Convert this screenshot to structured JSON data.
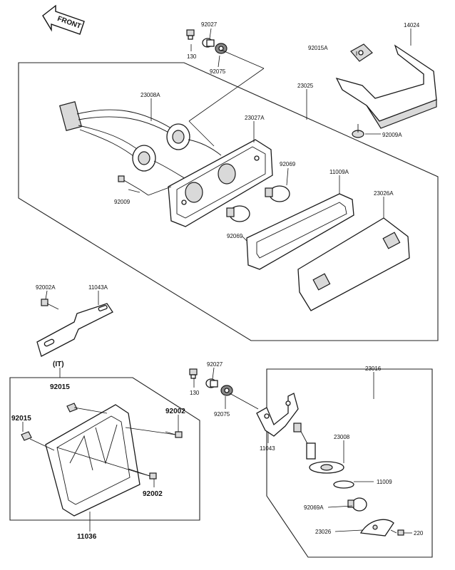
{
  "front_arrow": {
    "text": "FRONT"
  },
  "labels": {
    "p130_top": "130",
    "p92027_top": "92027",
    "p92075_top": "92075",
    "p23008A": "23008A",
    "p23027A": "23027A",
    "p23025": "23025",
    "p92015A": "92015A",
    "p14024": "14024",
    "p92009A": "92009A",
    "p92069_top": "92069",
    "p11009A": "11009A",
    "p23026A": "23026A",
    "p92009": "92009",
    "p92069_mid": "92069",
    "p92002A": "92002A",
    "p11043A": "11043A",
    "it": "(IT)",
    "p92015_a": "92015",
    "p92015_b": "92015",
    "p92002_a": "92002",
    "p92002_b": "92002",
    "p11036": "11036",
    "p130_bot": "130",
    "p92027_bot": "92027",
    "p92075_bot": "92075",
    "p23016": "23016",
    "p11043": "11043",
    "p23008": "23008",
    "p11009": "11009",
    "p92069A": "92069A",
    "p23026": "23026",
    "p220": "220"
  },
  "colors": {
    "line": "#1a1a1a",
    "fill_light": "#d9d9d9",
    "fill_dark": "#888888",
    "background": "#ffffff"
  }
}
